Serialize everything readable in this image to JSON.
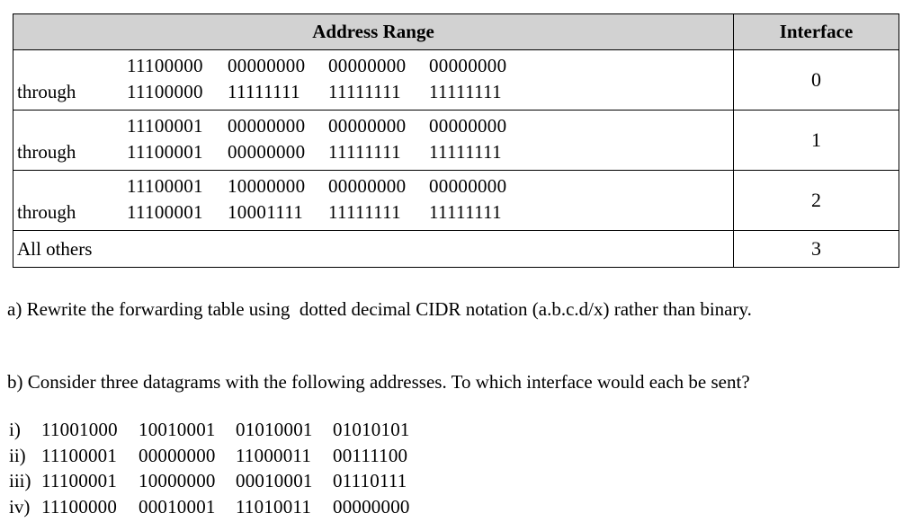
{
  "page": {
    "background": "#ffffff",
    "text_color": "#000000",
    "header_background": "#d2d2d2"
  },
  "forwarding_table": {
    "header": {
      "address_range": "Address Range",
      "interface": "Interface"
    },
    "through_label": "through",
    "rows": [
      {
        "start": [
          "11100000",
          "00000000",
          "00000000",
          "00000000"
        ],
        "end": [
          "11100000",
          "11111111",
          "11111111",
          "11111111"
        ],
        "interface": "0"
      },
      {
        "start": [
          "11100001",
          "00000000",
          "00000000",
          "00000000"
        ],
        "end": [
          "11100001",
          "00000000",
          "11111111",
          "11111111"
        ],
        "interface": "1"
      },
      {
        "start": [
          "11100001",
          "10000000",
          "00000000",
          "00000000"
        ],
        "end": [
          "11100001",
          "10001111",
          "11111111",
          "11111111"
        ],
        "interface": "2"
      }
    ],
    "fallback_row": {
      "label": "All others",
      "interface": "3"
    }
  },
  "questions": {
    "a": "a) Rewrite the forwarding table using  dotted decimal CIDR notation (a.b.c.d/x) rather than binary.",
    "b": "b) Consider three datagrams with the following addresses. To which interface would each be sent?"
  },
  "datagrams": [
    {
      "numeral": "i)",
      "octets": [
        "11001000",
        "10010001",
        "01010001",
        "01010101"
      ]
    },
    {
      "numeral": "ii)",
      "octets": [
        "11100001",
        "00000000",
        "11000011",
        "00111100"
      ]
    },
    {
      "numeral": "iii)",
      "octets": [
        "11100001",
        "10000000",
        "00010001",
        "01110111"
      ]
    },
    {
      "numeral": "iv)",
      "octets": [
        "11100000",
        "00010001",
        "11010011",
        "00000000"
      ]
    }
  ]
}
